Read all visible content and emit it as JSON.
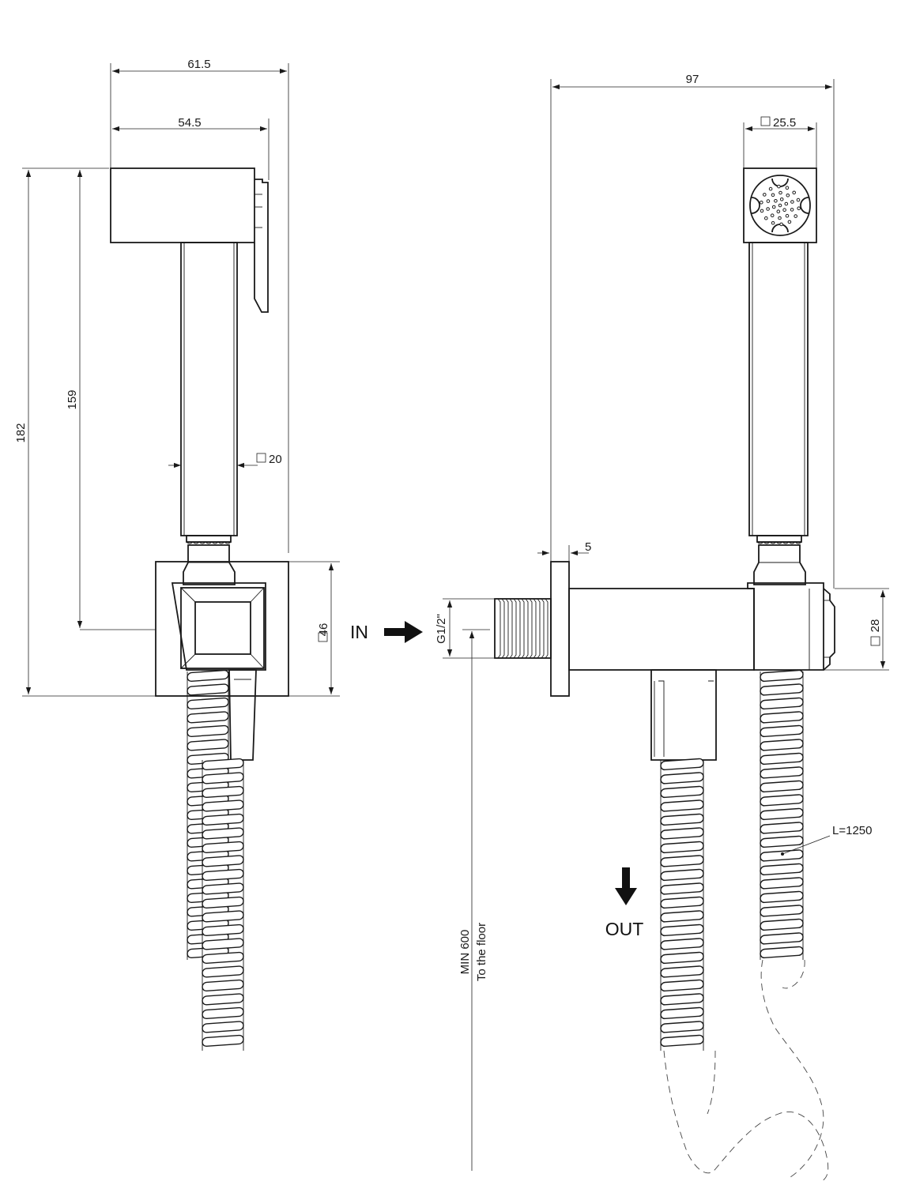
{
  "dimensions": {
    "width_total": "61.5",
    "width_body": "54.5",
    "height_total": "182",
    "height_holder": "159",
    "handle_square": "20",
    "bracket_square": "46",
    "depth_total": "97",
    "head_square": "25.5",
    "flange_thickness": "5",
    "thread": "G1/2\"",
    "outlet_square": "28",
    "hose_length": "L=1250"
  },
  "labels": {
    "inlet": "IN",
    "outlet": "OUT",
    "min_height": "MIN 600",
    "min_height_ref": "To the floor"
  },
  "colors": {
    "line": "#1a1a1a",
    "background": "#ffffff"
  }
}
